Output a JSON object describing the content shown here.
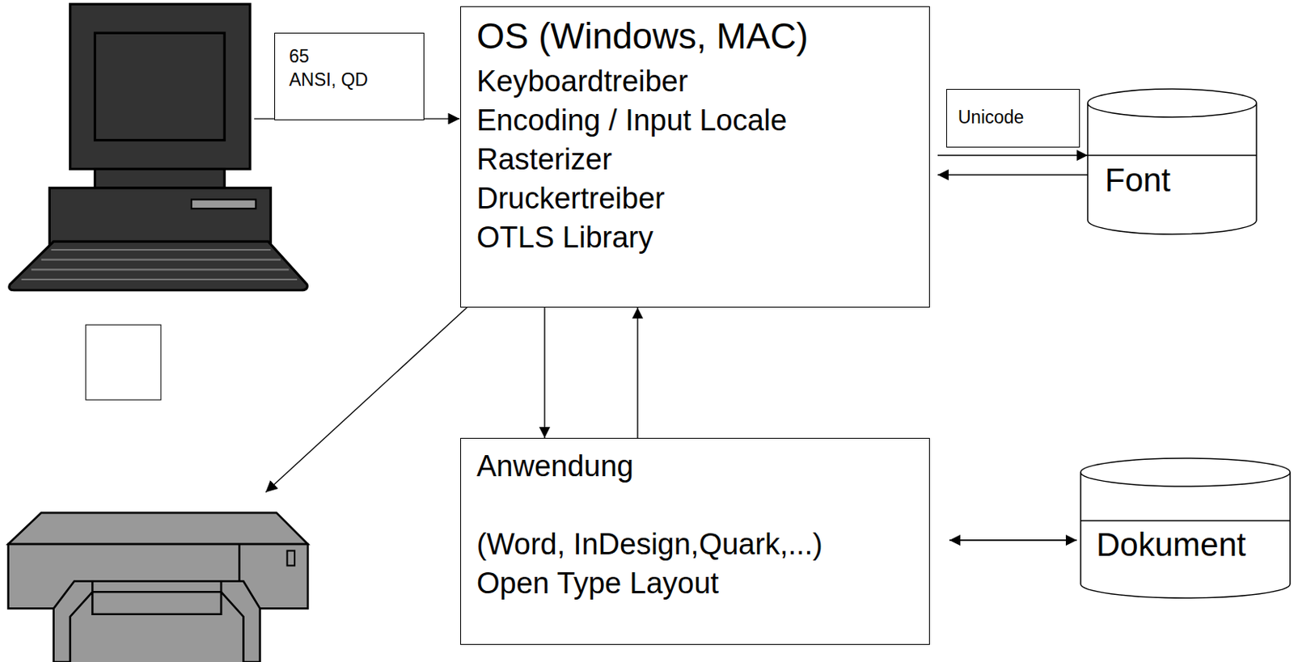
{
  "diagram": {
    "nodes": [
      {
        "text": [
          "65",
          "ANSI, QD"
        ]
      },
      {
        "text": [
          "OS (Windows, MAC)",
          "Keyboardtreiber",
          "Encoding / Input Locale",
          "Rasterizer",
          "Druckertreiber",
          "OTLS Library"
        ]
      },
      {
        "text": [
          "Unicode"
        ]
      },
      {
        "text": [
          "Font"
        ]
      },
      {
        "text": [
          "Anwendung",
          "(Word, InDesign,Quark,...)",
          "Open Type Layout"
        ]
      },
      {
        "text": [
          "Dokument"
        ]
      }
    ],
    "edges": [
      {
        "from": 1,
        "to": 3,
        "arrow": "to"
      },
      {
        "from": 3,
        "to": 1,
        "arrow": "to"
      },
      {
        "from": 1,
        "to": 4,
        "arrow": "to"
      },
      {
        "from": 4,
        "to": 1,
        "arrow": "to"
      },
      {
        "from": 4,
        "to": 5,
        "arrow": "both"
      }
    ]
  }
}
